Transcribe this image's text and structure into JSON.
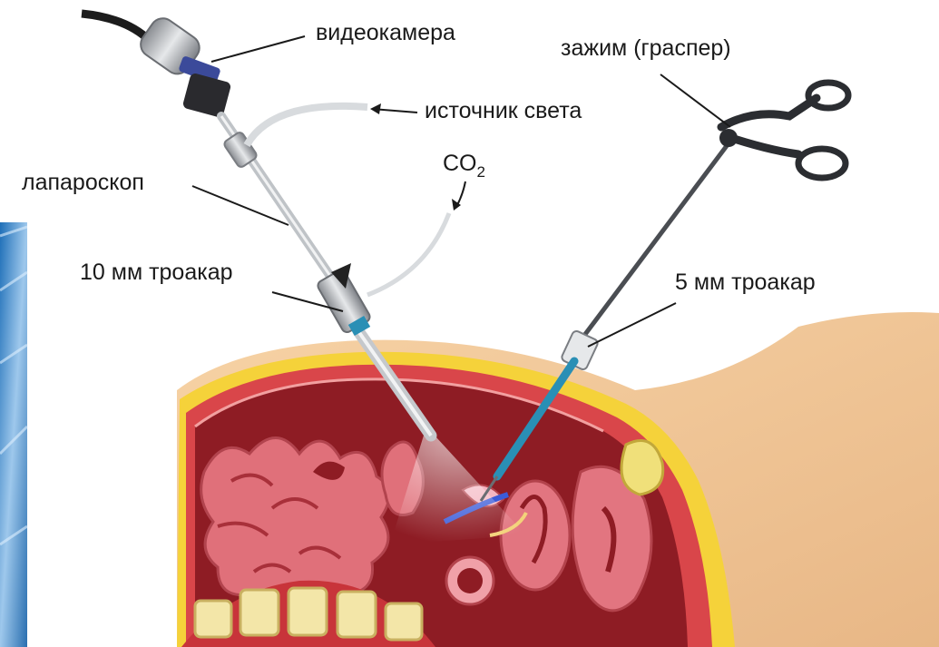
{
  "labels": {
    "videocamera": "видеокамера",
    "grasper": "зажим (граспер)",
    "light_source": "источник света",
    "co2_main": "CO",
    "co2_sub": "2",
    "laparoscope": "лапароскоп",
    "trocar_10mm": "10 мм троакар",
    "trocar_5mm": "5 мм троакар"
  },
  "colors": {
    "skin": "#f3c99a",
    "fat": "#f5d23a",
    "muscle": "#c8343a",
    "cavity": "#8e1c24",
    "intestine": "#e0707a",
    "camera_band": "#3b4a9a",
    "trocar_blue": "#2a8fb5",
    "background_blue": "#4a8fc8"
  }
}
